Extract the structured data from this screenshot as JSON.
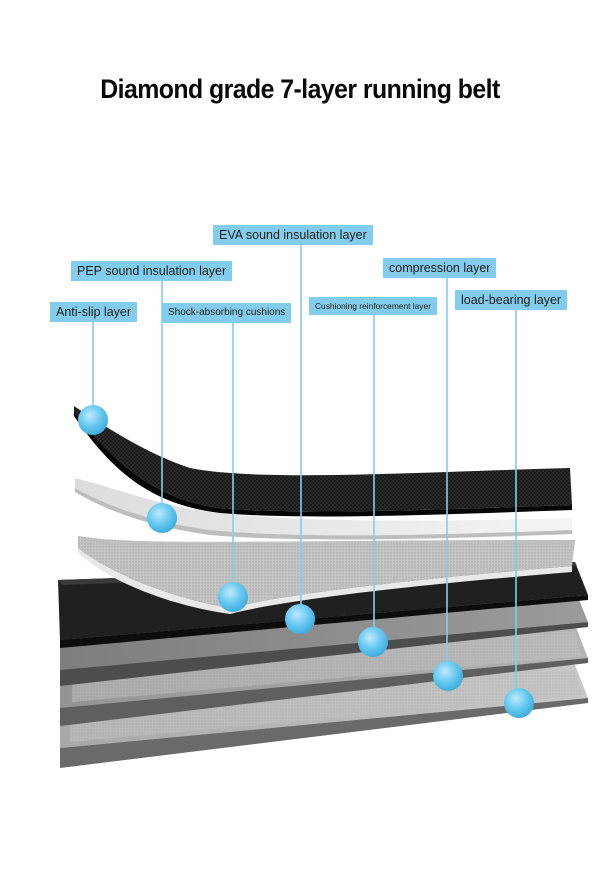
{
  "title": "Diamond grade 7-layer running belt",
  "colors": {
    "accent": "#82cdee",
    "marker": "#5dc3ee",
    "dark_layer": "#1e1e1e",
    "gray_layer": "#8a8a8a"
  },
  "labels": {
    "eva": "EVA sound insulation layer",
    "pep": "PEP sound insulation layer",
    "compression": "compression layer",
    "anti_slip": "Anti-slip layer",
    "shock": "Shock-absorbing cushions",
    "cushioning": "Cushioning reinforcement layer",
    "load_bearing": "load-bearing layer"
  }
}
